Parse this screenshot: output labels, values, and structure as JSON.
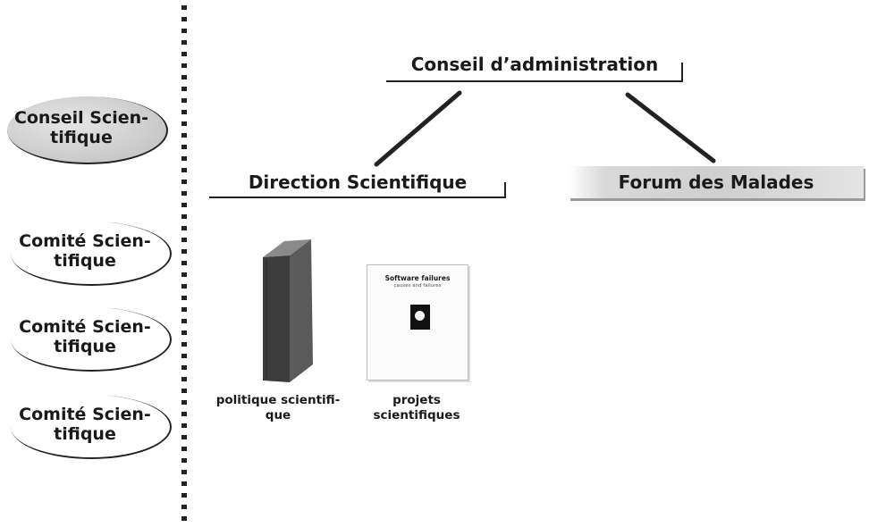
{
  "left_panel": {
    "conseil_scientifique": "Conseil Scien-\ntifique",
    "comites": [
      "Comité Scien-\ntifique",
      "Comité Scien-\ntifique",
      "Comité Scien-\ntifique"
    ]
  },
  "org_chart": {
    "top": "Conseil d’administration",
    "left_child": "Direction Scientifique",
    "right_child": "Forum des Malades"
  },
  "documents": {
    "book_caption": "politique scientifi-\nque",
    "report_caption": "projets\nscientifiques",
    "report_cover_title": "Software failures",
    "report_cover_subtitle": "causes and failures"
  },
  "colors": {
    "line": "#222222",
    "oval_fill": "#cfcfcf",
    "forum_fill": "#d4d4d4",
    "book_spine": "#3c3c3c",
    "book_cover": "#5a5a5a"
  }
}
